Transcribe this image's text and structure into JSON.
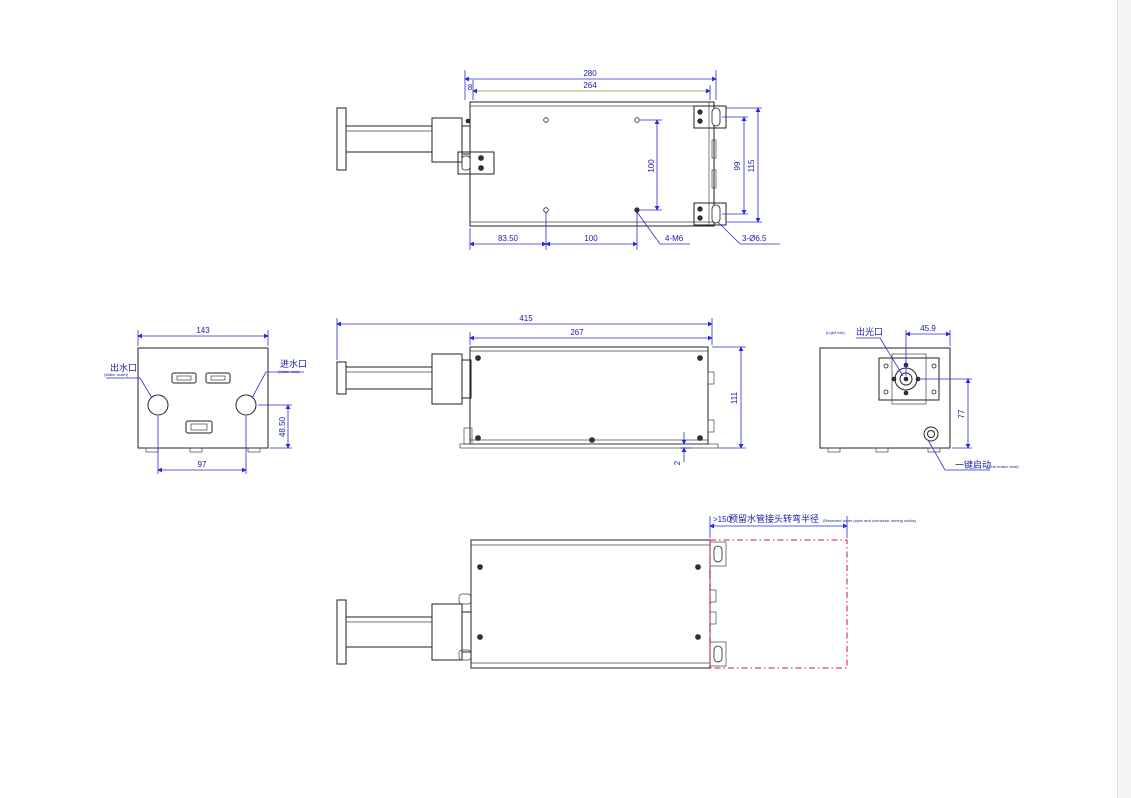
{
  "top_view": {
    "dims": {
      "overall_length": "280",
      "inner_length": "264",
      "flange_offset": "8",
      "hole_spacing_vertical": "100",
      "slot_spacing_inner": "99",
      "slot_spacing_outer": "115",
      "hole_offset_x": "83.50",
      "hole_spacing_x": "100"
    },
    "callouts": {
      "thread": "4-M6",
      "slot_holes": "3-Ø6.5"
    }
  },
  "front_view": {
    "dims": {
      "overall_length": "415",
      "body_length": "267",
      "height": "111",
      "foot_height": "2"
    }
  },
  "side_view_left": {
    "dims": {
      "width": "143",
      "port_spacing": "97",
      "port_height": "48.50"
    },
    "labels": {
      "water_outlet_cn": "出水口",
      "water_outlet_en": "(Water outlet)",
      "water_inlet_cn": "进水口",
      "water_inlet_en": "(Water inlet)"
    }
  },
  "side_view_right": {
    "dims": {
      "aperture_offset": "45.9",
      "aperture_height": "77"
    },
    "labels": {
      "light_exit_cn": "出光口",
      "light_exit_en": "(Light exit)",
      "start_button_cn": "一键启动",
      "start_button_en": "(One-button start)"
    }
  },
  "bottom_view": {
    "labels": {
      "clearance_dim": ">150",
      "clearance_cn": "预留水管接头转弯半径",
      "clearance_en": "(Reserved water pipes and connector turning radius)"
    },
    "colors": {
      "clearance_zone": "#e0103a"
    }
  },
  "colors": {
    "dimension": "#1a1aa8",
    "outline": "#222222"
  }
}
